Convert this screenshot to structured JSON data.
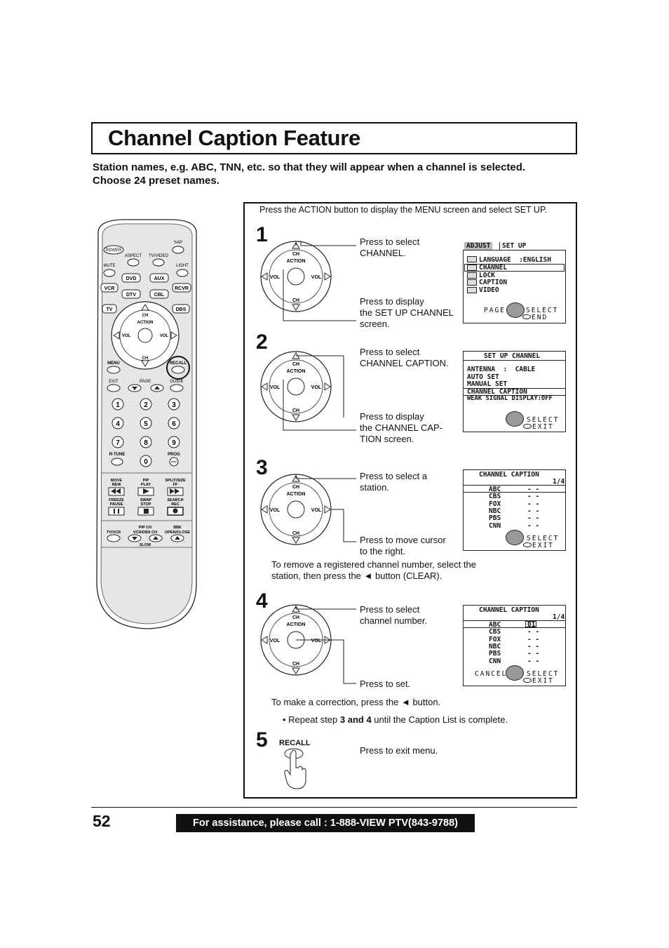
{
  "page": {
    "title": "Channel Caption Feature",
    "intro_line1": "Station names, e.g. ABC, TNN, etc. so that they will appear when a channel is selected.",
    "intro_line2": "Choose 24 preset names.",
    "panel_intro": "Press the ACTION button to display the MENU screen and select SET UP.",
    "page_number": "52",
    "assistance": "For assistance, please call : 1-888-VIEW PTV(843-9788)"
  },
  "dial": {
    "ch": "CH",
    "action": "ACTION",
    "vol": "VOL"
  },
  "steps": [
    {
      "num": "1",
      "top_text": [
        "Press to select",
        "CHANNEL."
      ],
      "bottom_text": [
        "Press to display",
        "the SET UP CHANNEL",
        "screen."
      ]
    },
    {
      "num": "2",
      "top_text": [
        "Press to select",
        "CHANNEL CAPTION."
      ],
      "bottom_text": [
        "Press to display",
        "the CHANNEL CAP-",
        "TION screen."
      ]
    },
    {
      "num": "3",
      "top_text": [
        "Press to select a",
        "station."
      ],
      "bottom_text": [
        "Press to move cursor",
        "to the right."
      ],
      "note": [
        "To remove a registered channel number, select the",
        "station, then press the ◄  button (CLEAR)."
      ]
    },
    {
      "num": "4",
      "top_text": [
        "Press to select",
        "channel number."
      ],
      "bottom_text": [
        "Press to set."
      ],
      "note": [
        "To make a correction, press the ◄  button."
      ],
      "bullet_pre": "• Repeat step ",
      "bullet_bold": "3 and 4",
      "bullet_post": " until the Caption List is complete."
    },
    {
      "num": "5",
      "button_label": "RECALL",
      "text": "Press to exit menu."
    }
  ],
  "osd1": {
    "tab_adjust": "ADJUST",
    "tab_setup": "SET UP",
    "items": [
      "LANGUAGE  :ENGLISH",
      "CHANNEL",
      "LOCK",
      "CAPTION",
      "VIDEO"
    ],
    "footer_left": "PAGE",
    "select": "SELECT",
    "end": "END"
  },
  "osd2": {
    "title": "SET UP CHANNEL",
    "items": [
      "ANTENNA  :  CABLE",
      "AUTO SET",
      "MANUAL SET",
      "CHANNEL CAPTION",
      "WEAK SIGNAL DISPLAY:OFF"
    ],
    "select": "SELECT",
    "exit": "EXIT"
  },
  "osd3": {
    "title": "CHANNEL CAPTION",
    "page": "1/4",
    "stations": [
      "ABC",
      "CBS",
      "FOX",
      "NBC",
      "PBS",
      "CNN"
    ],
    "values": [
      "- -",
      "- -",
      "- -",
      "- -",
      "- -",
      "- -"
    ],
    "select": "SELECT",
    "exit": "EXIT"
  },
  "osd4": {
    "title": "CHANNEL CAPTION",
    "page": "1/4",
    "stations": [
      "ABC",
      "CBS",
      "FOX",
      "NBC",
      "PBS",
      "CNN"
    ],
    "values": [
      "01",
      "- -",
      "- -",
      "- -",
      "- -",
      "- -"
    ],
    "footer_left": "CANCEL",
    "select": "SELECT",
    "exit": "EXIT"
  },
  "remote": {
    "power": "POWER",
    "sap": "SAP",
    "aspect": "ASPECT",
    "tvvideo": "TV/VIDEO",
    "mute": "MUTE",
    "light": "LIGHT",
    "modes": [
      "VCR",
      "DVD",
      "AUX",
      "RCVR",
      "TV",
      "DTV",
      "CBL",
      "DBS"
    ],
    "menu": "MENU",
    "recall": "RECALL",
    "exit": "EXIT",
    "page": "PAGE",
    "guide": "GUIDE",
    "digits": [
      "1",
      "2",
      "3",
      "4",
      "5",
      "6",
      "7",
      "8",
      "9",
      "0"
    ],
    "rtune": "R-TUNE",
    "prog": "PROG",
    "move": "MOVE",
    "rew": "REW",
    "pip": "PIP",
    "play": "PLAY",
    "splitsize": "SPLIT/SIZE",
    "ff": "FF",
    "freeze": "FREEZE",
    "pause": "PAUSE",
    "swap": "SWAP",
    "stop": "STOP",
    "search": "SEARCH",
    "rec": "REC",
    "tvvcr": "TV/VCR",
    "pipch": "PIP CH",
    "vcrdbsch": "VCR/DBS CH",
    "bbe": "BBE",
    "openclose": "OPEN/CLOSE",
    "slow": "SLOW"
  }
}
